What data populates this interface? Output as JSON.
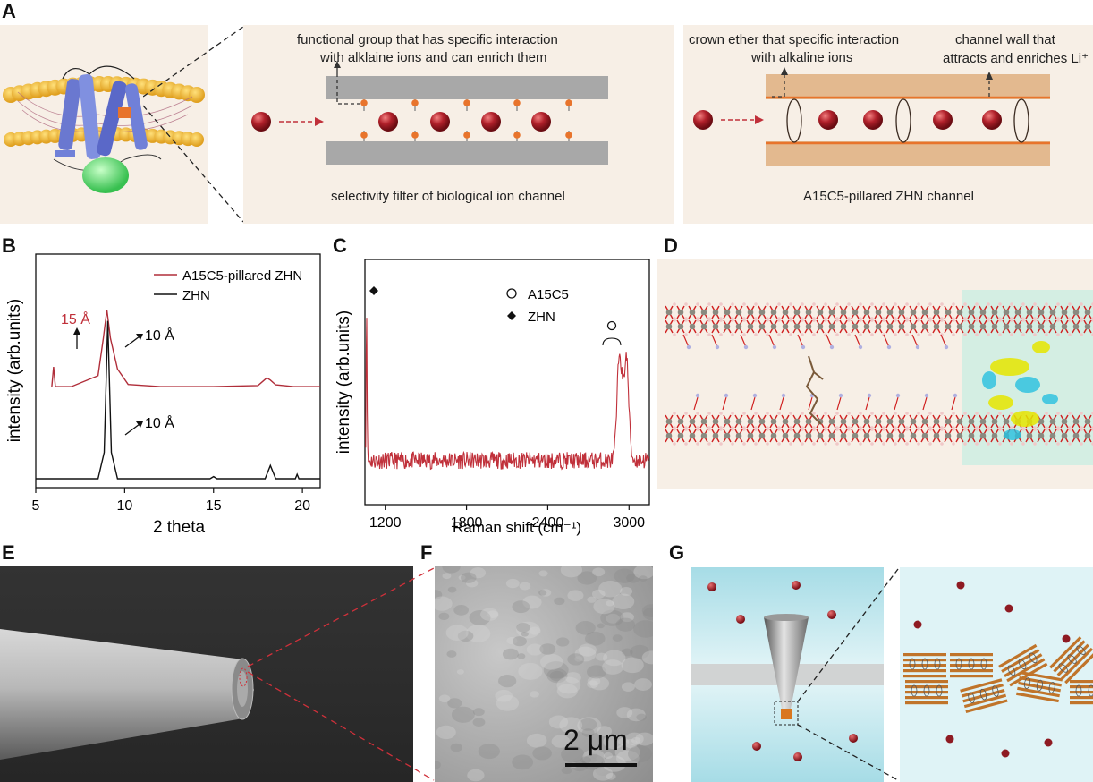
{
  "panels": {
    "A": {
      "label": "A",
      "bio": {
        "annotation_line1": "functional group that has specific interaction",
        "annotation_line2": "with alklaine ions and can enrich them",
        "caption": "selectivity filter of biological ion channel"
      },
      "zhn": {
        "annotation_left_line1": "crown ether that specific interaction",
        "annotation_left_line2": "with alkaline ions",
        "annotation_right_line1": "channel wall that",
        "annotation_right_line2": "attracts and enriches Li⁺",
        "caption": "A15C5-pillared ZHN channel"
      }
    },
    "B": {
      "label": "B",
      "legend": [
        "A15C5-pillared ZHN",
        "ZHN"
      ],
      "peak_labels": [
        "15 Å",
        "10 Å",
        "10 Å"
      ]
    },
    "C": {
      "label": "C",
      "legend": [
        "A15C5",
        "ZHN"
      ]
    },
    "D": {
      "label": "D"
    },
    "E": {
      "label": "E"
    },
    "F": {
      "label": "F",
      "scale_bar": "2 μm"
    },
    "G": {
      "label": "G"
    }
  },
  "colors": {
    "accent_red": "#c0303a",
    "ion_red": "#9e1b24",
    "orange": "#e8742c",
    "wall_gray": "#a9a9a9",
    "beige": "#f7efe6",
    "channel_tan": "#e3b98f"
  },
  "chart_data": [
    {
      "id": "B",
      "type": "line",
      "xlabel": "2 theta",
      "ylabel": "intensity (arb.units)",
      "xlim": [
        5,
        21
      ],
      "xticks": [
        5,
        10,
        15,
        20
      ],
      "series": [
        {
          "name": "A15C5-pillared ZHN",
          "color": "#b02e3a",
          "offset": 0.42,
          "x": [
            5.9,
            6.0,
            6.1,
            7.0,
            8.5,
            8.8,
            9.0,
            9.2,
            9.6,
            10.2,
            12,
            15,
            17.5,
            18.0,
            18.2,
            18.5,
            19.5,
            21.0
          ],
          "y": [
            0.0,
            0.09,
            0.0,
            0.0,
            0.05,
            0.22,
            0.35,
            0.22,
            0.08,
            0.01,
            0.0,
            0.0,
            0.005,
            0.04,
            0.03,
            0.008,
            0.0,
            0.0
          ]
        },
        {
          "name": "ZHN",
          "color": "#111111",
          "offset": 0.0,
          "x": [
            5.0,
            8.5,
            8.85,
            9.05,
            9.25,
            9.6,
            12,
            14.8,
            15.0,
            15.2,
            17.9,
            18.2,
            18.5,
            19.6,
            19.7,
            19.8,
            21.0
          ],
          "y": [
            0.0,
            0.0,
            0.12,
            0.72,
            0.12,
            0.0,
            0.0,
            0.0,
            0.01,
            0.0,
            0.0,
            0.06,
            0.0,
            0.0,
            0.02,
            0.0,
            0.0
          ]
        }
      ]
    },
    {
      "id": "C",
      "type": "line",
      "xlabel": "Raman shift (cm⁻¹)",
      "ylabel": "intensity (arb.units)",
      "xlim": [
        1050,
        3150
      ],
      "xticks": [
        1200,
        1800,
        2400,
        3000
      ],
      "series": [
        {
          "color": "#c0303a",
          "baseline": 0.18,
          "noise": 0.035,
          "peaks": [
            {
              "x": 1062,
              "height": 0.62,
              "width": 5
            },
            {
              "x": 2930,
              "height": 0.44,
              "width": 25
            },
            {
              "x": 2980,
              "height": 0.42,
              "width": 25
            }
          ]
        }
      ]
    }
  ]
}
